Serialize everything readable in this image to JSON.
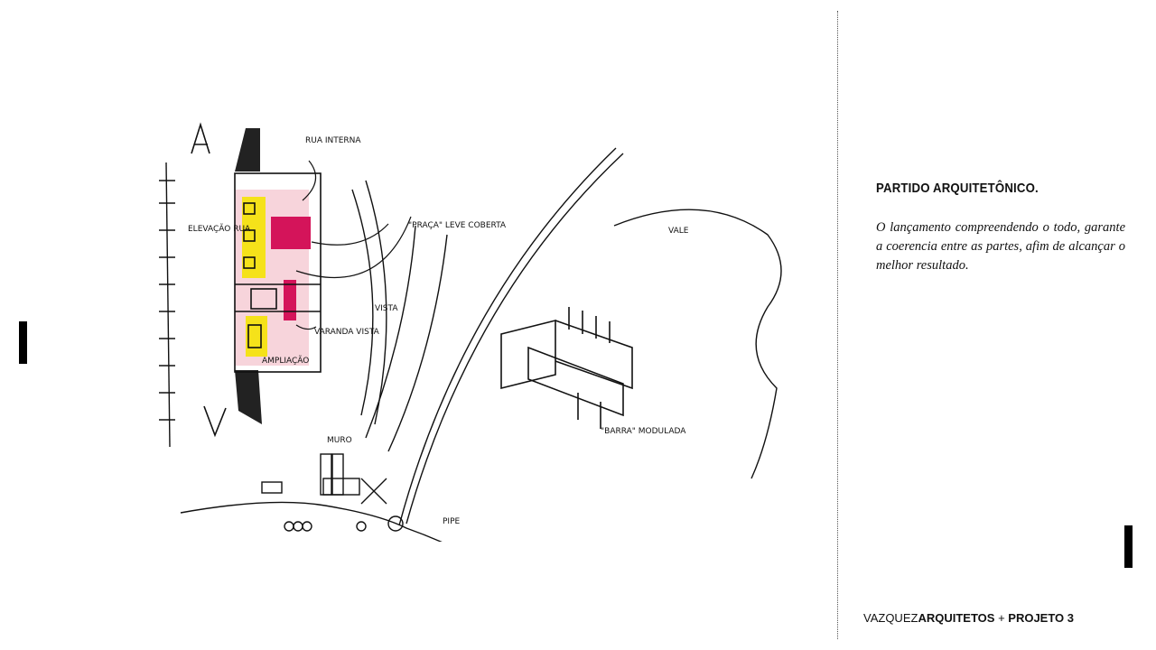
{
  "slide": {
    "heading": "PARTIDO ARQUITETÔNICO.",
    "body": "O lançamento compreendendo o todo, garante a coerencia entre as partes, afim de alcançar o melhor resultado.",
    "footer": {
      "brand_light": "VAZQUEZ",
      "brand_bold": "ARQUITETOS",
      "separator": "+",
      "project": "PROJETO 3"
    }
  },
  "sketch": {
    "labels": {
      "rua_interna": "RUA INTERNA",
      "praca": "\"PRAÇA\" LEVE COBERTA",
      "vale": "VALE",
      "vista": "VISTA",
      "varanda": "VARANDA VISTA",
      "ampliacao": "AMPLIAÇÃO",
      "elevacao": "ELEVAÇÃO RUA",
      "barra": "\"BARRA\" MODULADA",
      "pipe": "PIPE",
      "muro": "MURO"
    },
    "colors": {
      "yellow": "#f5e21a",
      "magenta": "#d4145a",
      "pink": "#f4c6cf",
      "ink": "#111111"
    }
  }
}
